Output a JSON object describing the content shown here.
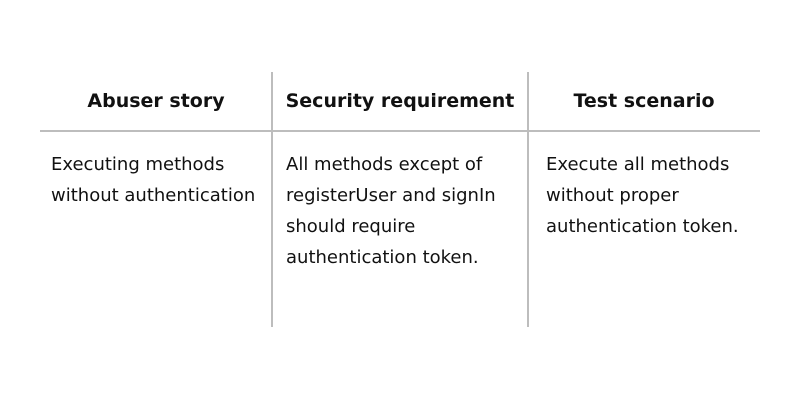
{
  "table": {
    "headers": [
      "Abuser story",
      "Security requirement",
      "Test scenario"
    ],
    "rows": [
      [
        "Executing methods without authentication",
        "All methods except of registerUser and signIn should require authentication token.",
        "Execute all methods without proper authentication token."
      ]
    ]
  }
}
